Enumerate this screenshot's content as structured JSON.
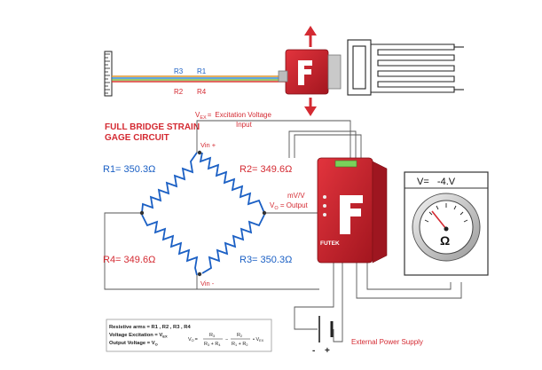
{
  "title_line1": "FULL BRIDGE STRAIN",
  "title_line2": "GAGE CIRCUIT",
  "excitation": {
    "label": "Excitation Voltage",
    "input": "Input",
    "vex_main": "V",
    "vex_sub": "EX",
    "vex_eq": "="
  },
  "bridge": {
    "vin_plus": "Vin +",
    "vin_minus": "Vin -",
    "r1": "R1= 350.3Ω",
    "r2": "R2= 349.6Ω",
    "r3": "R3= 350.3Ω",
    "r4": "R4= 349.6Ω",
    "mvv": "mV/V",
    "vo_main": "V",
    "vo_sub": "O",
    "vo_rest": " = Output"
  },
  "top_wires": {
    "r3": "R3",
    "r1": "R1",
    "r2": "R2",
    "r4": "R4"
  },
  "meter": {
    "reading": "V=   -4.V",
    "omega": "Ω"
  },
  "power": {
    "label": "External Power Supply",
    "minus": "-",
    "plus": "+"
  },
  "device": {
    "brand": "FUTEK"
  },
  "legend": {
    "line1": "Resistive arms  = R1 , R2 , R3 , R4",
    "line2_main": "Voltage Excitation = V",
    "line2_sub": "EX",
    "line3_main": "Output Voltage = V",
    "line3_sub": "O",
    "formula_lhs": "V",
    "formula_lhs_sub": "O",
    "formula_eq": "=",
    "frac1_num": "R",
    "frac1_num_sub": "3",
    "frac1_den": "R",
    "frac1_den_sub1": "3",
    "frac1_den_plus": " + R",
    "frac1_den_sub2": "4",
    "minus": "−",
    "frac2_num": "R",
    "frac2_num_sub": "2",
    "frac2_den": "R",
    "frac2_den_sub1": "1",
    "frac2_den_plus": " + R",
    "frac2_den_sub2": "2",
    "times": "• V",
    "times_sub": "EX"
  },
  "colors": {
    "red": "#d42a32",
    "blue": "#1a5fc4",
    "wire": "#555555",
    "device": "#c8202c"
  }
}
